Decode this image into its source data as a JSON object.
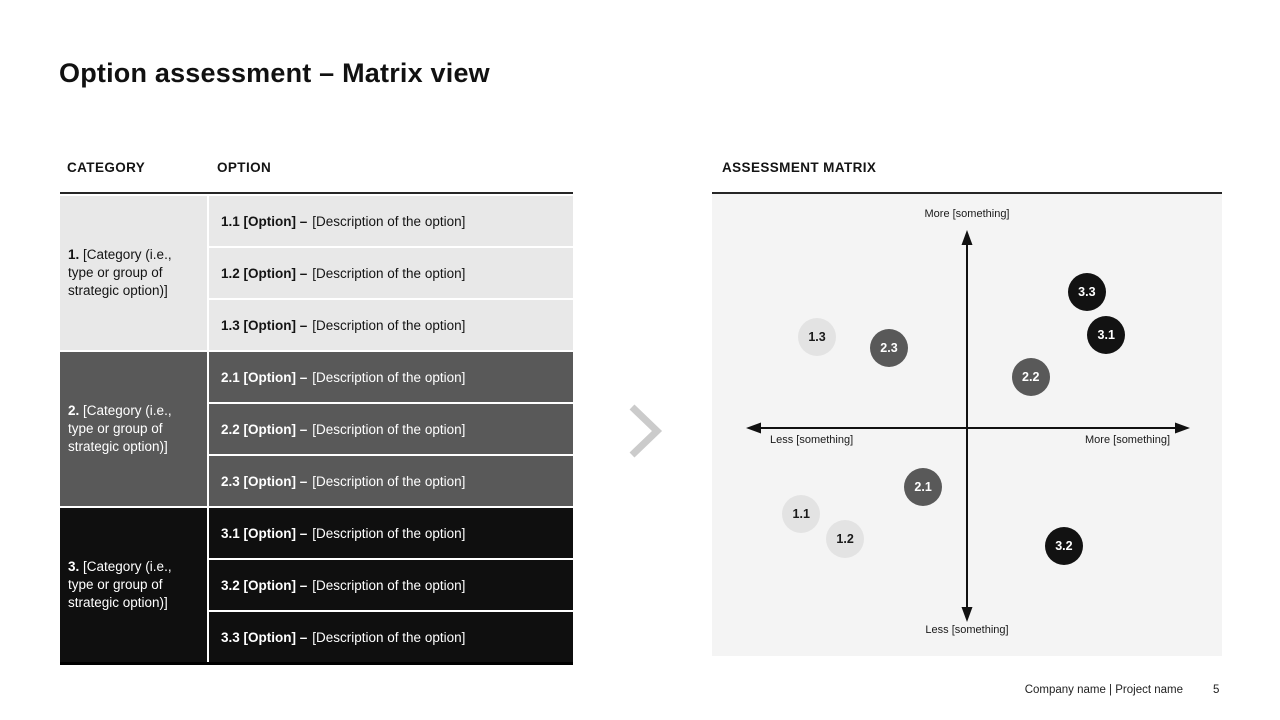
{
  "slide": {
    "title": "Option assessment – Matrix view",
    "footer": {
      "company_project": "Company name | Project name",
      "page_number": "5"
    }
  },
  "table": {
    "headers": {
      "category": "CATEGORY",
      "option": "OPTION"
    },
    "groups": [
      {
        "number": "1.",
        "label": "[Category (i.e., type or group of strategic option)]",
        "options": [
          {
            "code": "1.1 [Option] –",
            "description": "[Description of the option]"
          },
          {
            "code": "1.2 [Option] –",
            "description": "[Description of the option]"
          },
          {
            "code": "1.3 [Option] –",
            "description": "[Description of the option]"
          }
        ]
      },
      {
        "number": "2.",
        "label": "[Category (i.e., type or group of strategic option)]",
        "options": [
          {
            "code": "2.1 [Option] –",
            "description": "[Description of the option]"
          },
          {
            "code": "2.2 [Option] –",
            "description": "[Description of the option]"
          },
          {
            "code": "2.3 [Option] –",
            "description": "[Description of the option]"
          }
        ]
      },
      {
        "number": "3.",
        "label": "[Category (i.e., type or group of strategic option)]",
        "options": [
          {
            "code": "3.1 [Option] –",
            "description": "[Description of the option]"
          },
          {
            "code": "3.2 [Option] –",
            "description": "[Description of the option]"
          },
          {
            "code": "3.3 [Option] –",
            "description": "[Description of the option]"
          }
        ]
      }
    ]
  },
  "matrix": {
    "header": "ASSESSMENT MATRIX",
    "axes": {
      "top": "More [something]",
      "bottom": "Less [something]",
      "left": "Less [something]",
      "right": "More [something]"
    },
    "bubbles": [
      {
        "label": "1.3",
        "tone": "light",
        "x_pct": 20.6,
        "y_pct": 31.0
      },
      {
        "label": "2.3",
        "tone": "mid",
        "x_pct": 34.7,
        "y_pct": 33.3
      },
      {
        "label": "3.3",
        "tone": "dark",
        "x_pct": 73.5,
        "y_pct": 21.2
      },
      {
        "label": "3.1",
        "tone": "dark",
        "x_pct": 77.3,
        "y_pct": 30.5
      },
      {
        "label": "2.2",
        "tone": "mid",
        "x_pct": 62.5,
        "y_pct": 39.6
      },
      {
        "label": "2.1",
        "tone": "mid",
        "x_pct": 41.4,
        "y_pct": 63.4
      },
      {
        "label": "1.1",
        "tone": "light",
        "x_pct": 17.5,
        "y_pct": 69.3
      },
      {
        "label": "1.2",
        "tone": "light",
        "x_pct": 26.1,
        "y_pct": 74.7
      },
      {
        "label": "3.2",
        "tone": "dark",
        "x_pct": 69.0,
        "y_pct": 76.2
      }
    ]
  },
  "colors": {
    "group1_bg": "#e8e8e8",
    "group2_bg": "#595959",
    "group3_bg": "#0f0f0f",
    "panel_bg": "#f4f4f4",
    "chevron": "#cbcbcb"
  }
}
